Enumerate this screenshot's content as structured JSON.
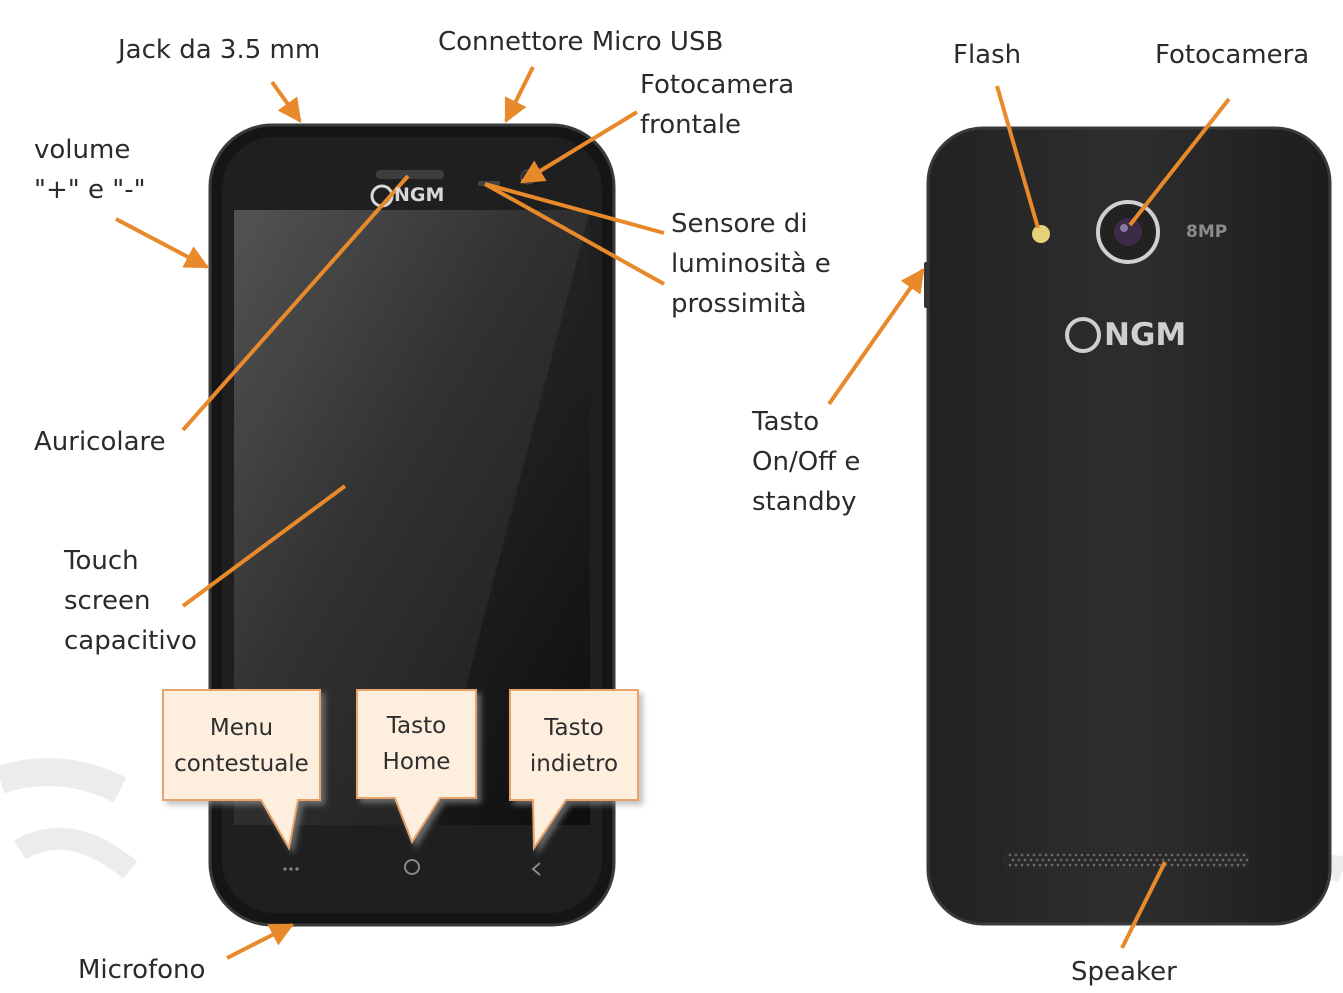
{
  "labels": {
    "jack": "Jack da 3.5 mm",
    "usb": "Connettore Micro USB",
    "front_camera": [
      "Fotocamera",
      "frontale"
    ],
    "volume": [
      "volume",
      "\"+\" e \"-\""
    ],
    "sensor": [
      "Sensore di",
      "luminosità e",
      "prossimità"
    ],
    "earpiece": "Auricolare",
    "touchscreen": [
      "Touch",
      "screen",
      "capacitivo"
    ],
    "microphone": "Microfono",
    "flash": "Flash",
    "rear_camera": "Fotocamera",
    "power": [
      "Tasto",
      "On/Off e",
      "standby"
    ],
    "speaker": "Speaker"
  },
  "callouts": {
    "menu": [
      "Menu",
      "contestuale"
    ],
    "home": [
      "Tasto",
      "Home"
    ],
    "back": [
      "Tasto",
      "indietro"
    ]
  },
  "brand": {
    "front_logo": "NGM",
    "rear_logo": "NGM",
    "camera_resolution": "8MP"
  },
  "colors": {
    "arrow": "#e8892b",
    "phone_body": "#1a1a1a",
    "callout_fill": "#fdeede",
    "callout_border": "#e7a36a"
  },
  "icons": {
    "menu_key": "dots-icon",
    "home_key": "circle-icon",
    "back_key": "back-arrow-icon"
  }
}
